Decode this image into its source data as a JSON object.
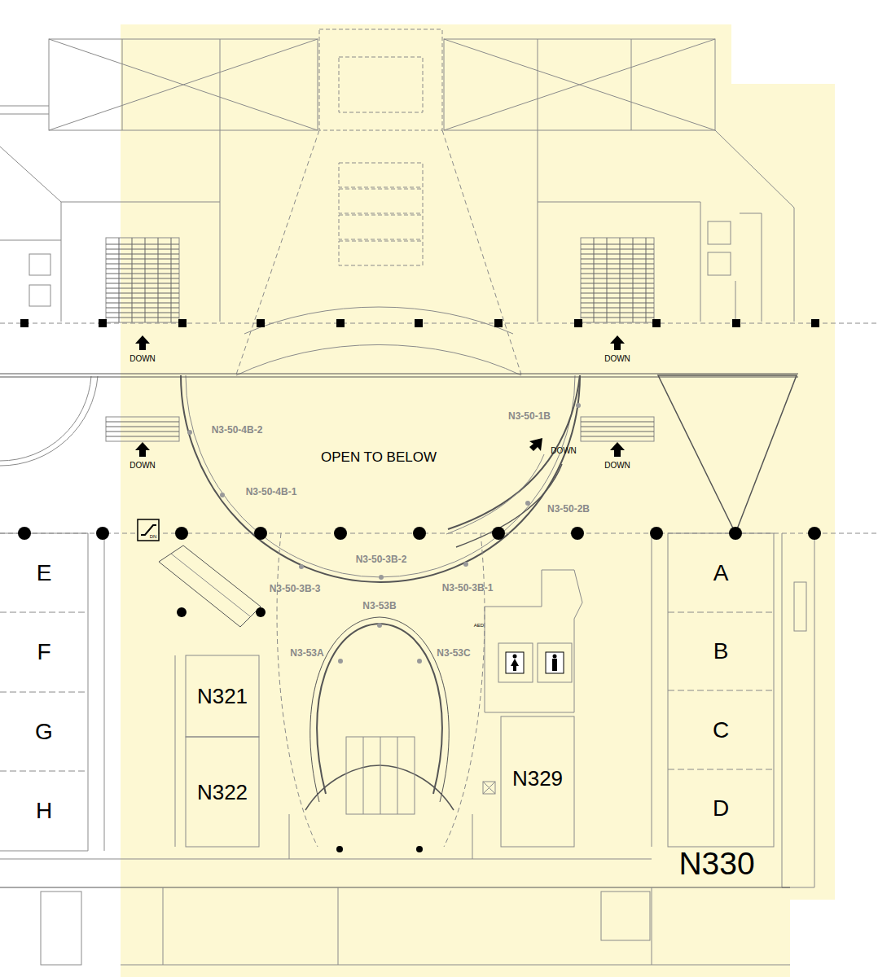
{
  "diagram": {
    "nodes": [
      {
        "text": [
          "OPEN TO BELOW"
        ]
      },
      {
        "text": [
          "E"
        ]
      },
      {
        "text": [
          "F"
        ]
      },
      {
        "text": [
          "G"
        ]
      },
      {
        "text": [
          "H"
        ]
      },
      {
        "text": [
          "N321"
        ]
      },
      {
        "text": [
          "N322"
        ]
      },
      {
        "text": [
          "N329"
        ]
      },
      {
        "text": [
          "N330"
        ]
      },
      {
        "text": [
          "A"
        ],
        "in": 8
      },
      {
        "text": [
          "B"
        ],
        "in": 8
      },
      {
        "text": [
          "C"
        ],
        "in": 8
      },
      {
        "text": [
          "D"
        ],
        "in": 8
      }
    ],
    "labels": [
      "N3-50-4B-2",
      "N3-50-4B-1",
      "N3-50-1B",
      "N3-50-2B",
      "N3-50-3B-2",
      "N3-50-3B-3",
      "N3-50-3B-1",
      "N3-53B",
      "N3-53A",
      "N3-53C",
      "DOWN",
      "DOWN",
      "DOWN",
      "DOWN",
      "DOWN",
      "DN",
      "AED"
    ]
  }
}
